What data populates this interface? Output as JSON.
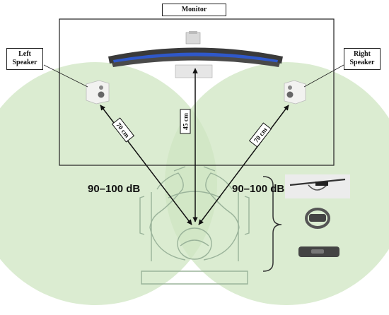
{
  "labels": {
    "monitor": "Monitor",
    "left_speaker_line1": "Left",
    "left_speaker_line2": "Speaker",
    "right_speaker_line1": "Right",
    "right_speaker_line2": "Speaker"
  },
  "distances": {
    "left": "70 cm",
    "center": "45 cm",
    "right": "70 cm"
  },
  "sound_levels": {
    "left": "90–100 dB",
    "right": "90–100 dB"
  },
  "colors": {
    "zone_fill": "#cfe6c2",
    "screen_blue": "#2f58c9",
    "line": "#111111"
  },
  "icons": [
    "monitor-icon",
    "left-speaker-icon",
    "right-speaker-icon",
    "participant-figure-icon",
    "eye-tracker-glasses-icon",
    "wristband-icon",
    "chest-sensor-icon"
  ]
}
